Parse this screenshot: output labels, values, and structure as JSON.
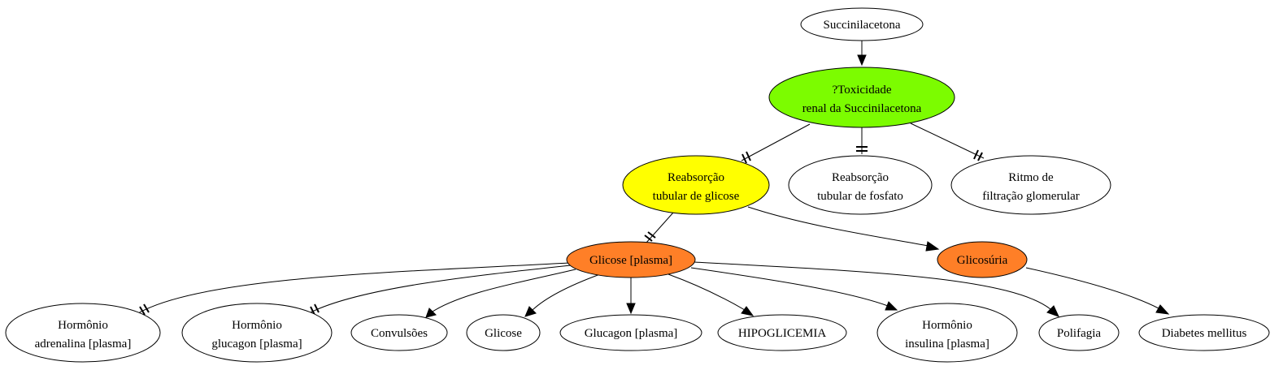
{
  "colors": {
    "toxicity": "#7cfc00",
    "reabsorption_glucose": "#ffff00",
    "orange": "#ff7f27",
    "default": "#ffffff"
  },
  "nodes": {
    "succinilacetona": "Succinilacetona",
    "toxicidade": [
      "?Toxicidade",
      "renal da Succinilacetona"
    ],
    "reab_glicose": [
      "Reabsorção",
      "tubular de glicose"
    ],
    "reab_fosfato": [
      "Reabsorção",
      "tubular de fosfato"
    ],
    "ritmo": [
      "Ritmo de",
      "filtração glomerular"
    ],
    "glicose_plasma": "Glicose [plasma]",
    "glicosuria": "Glicosúria",
    "adrenalina": [
      "Hormônio",
      "adrenalina [plasma]"
    ],
    "glucagon_h": [
      "Hormônio",
      "glucagon [plasma]"
    ],
    "convulsoes": "Convulsões",
    "glicose": "Glicose",
    "glucagon": "Glucagon [plasma]",
    "hipoglicemia": "HIPOGLICEMIA",
    "insulina": [
      "Hormônio",
      "insulina [plasma]"
    ],
    "polifagia": "Polifagia",
    "diabetes": "Diabetes mellitus"
  },
  "edges": [
    {
      "from": "succinilacetona",
      "to": "toxicidade",
      "type": "arrow"
    },
    {
      "from": "toxicidade",
      "to": "reab_glicose",
      "type": "inhibit"
    },
    {
      "from": "toxicidade",
      "to": "reab_fosfato",
      "type": "inhibit"
    },
    {
      "from": "toxicidade",
      "to": "ritmo",
      "type": "inhibit"
    },
    {
      "from": "reab_glicose",
      "to": "glicose_plasma",
      "type": "inhibit"
    },
    {
      "from": "reab_glicose",
      "to": "glicosuria",
      "type": "arrow"
    },
    {
      "from": "glicose_plasma",
      "to": "adrenalina",
      "type": "inhibit"
    },
    {
      "from": "glicose_plasma",
      "to": "glucagon_h",
      "type": "inhibit"
    },
    {
      "from": "glicose_plasma",
      "to": "convulsoes",
      "type": "arrow"
    },
    {
      "from": "glicose_plasma",
      "to": "glicose",
      "type": "arrow"
    },
    {
      "from": "glicose_plasma",
      "to": "glucagon",
      "type": "arrow"
    },
    {
      "from": "glicose_plasma",
      "to": "hipoglicemia",
      "type": "arrow"
    },
    {
      "from": "glicose_plasma",
      "to": "insulina",
      "type": "arrow"
    },
    {
      "from": "glicose_plasma",
      "to": "polifagia",
      "type": "arrow"
    },
    {
      "from": "glicosuria",
      "to": "diabetes",
      "type": "arrow"
    }
  ]
}
